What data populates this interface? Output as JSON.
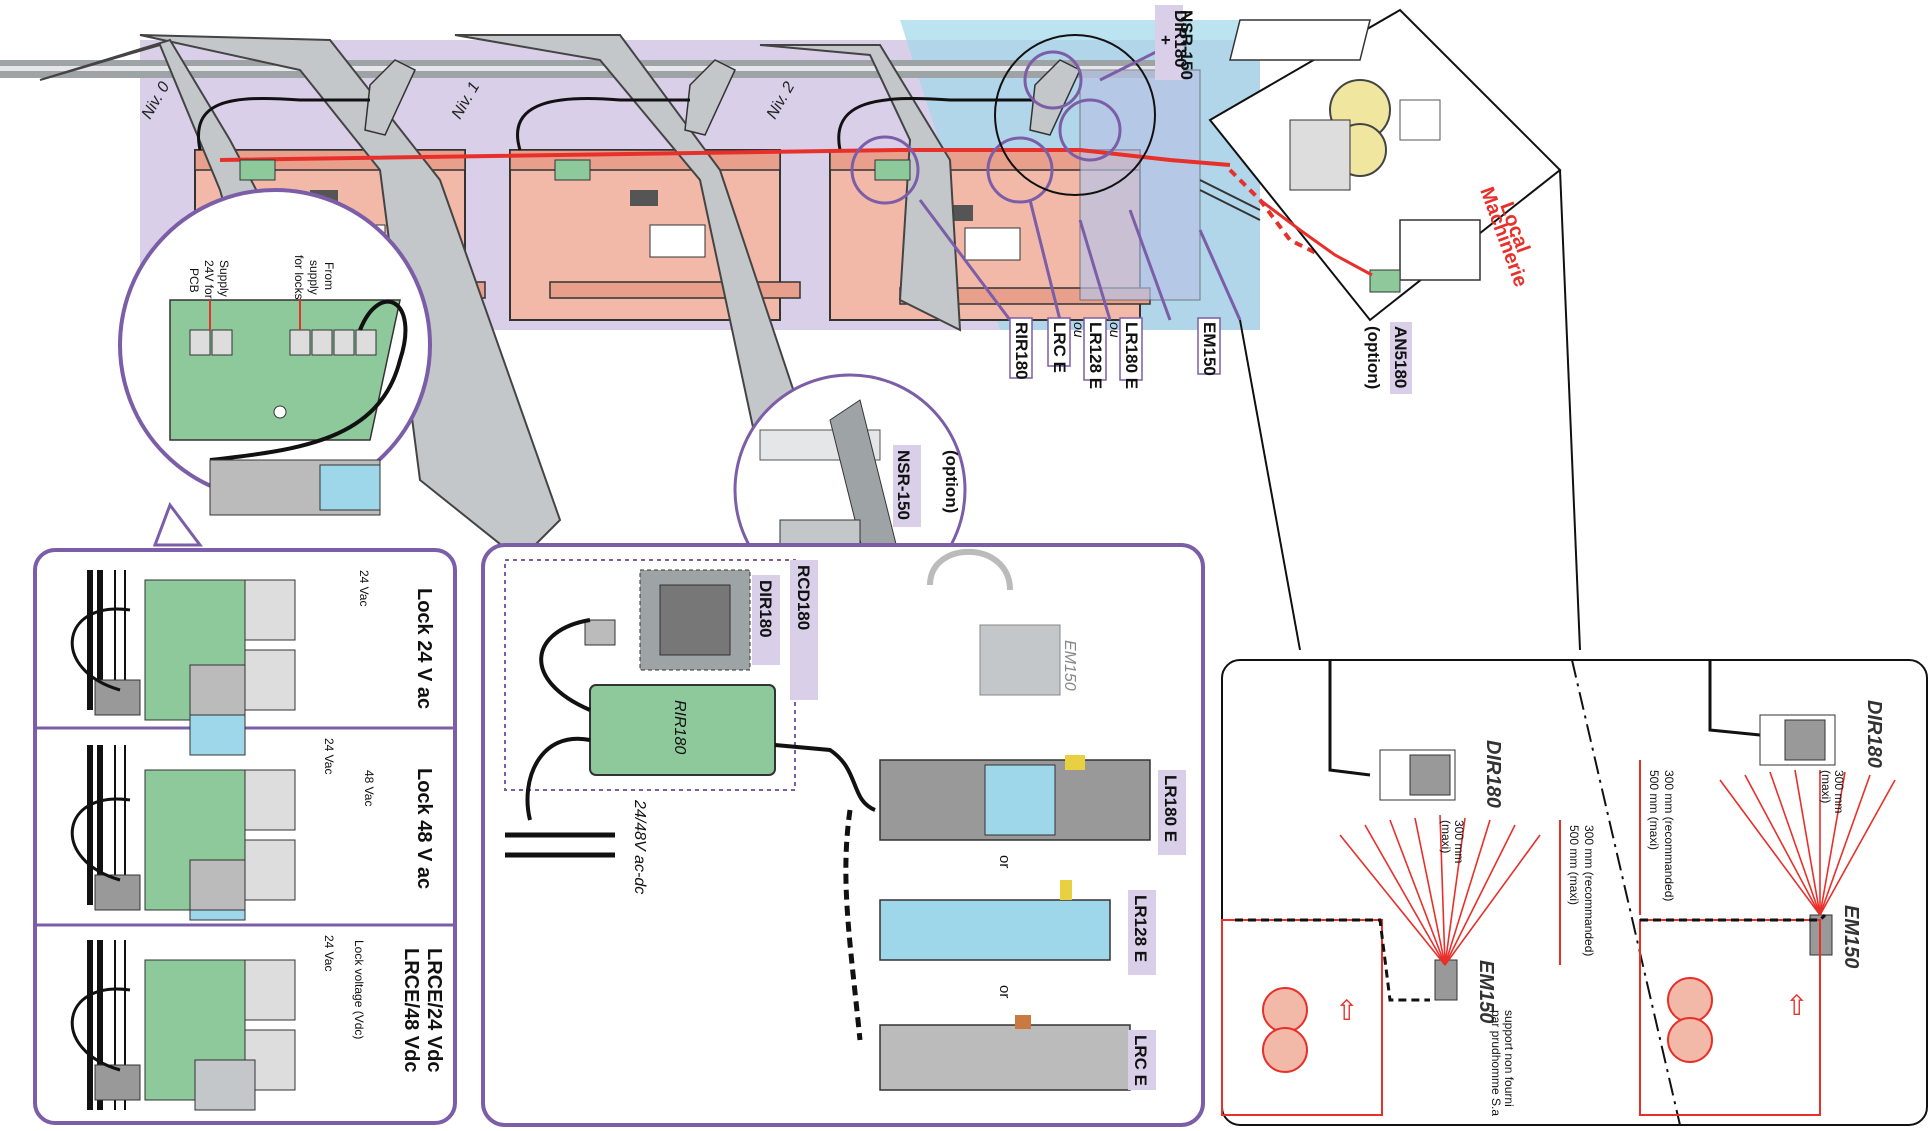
{
  "floors": {
    "niv0": "Niv. 0",
    "niv1": "Niv. 1",
    "niv2": "Niv. 2"
  },
  "top_labels": {
    "dir180": "DIR180",
    "plus": "+",
    "nsr150": "NSR-150",
    "rir180": "RIR180",
    "lrce": "LRC E",
    "ou1": "ou",
    "lr128e": "LR128 E",
    "ou2": "ou",
    "lr180e": "LR180 E",
    "em150": "EM150",
    "an5180": "AN5180",
    "option": "(option)",
    "local": "Local",
    "machinerie": "Machinerie"
  },
  "pcb_detail": {
    "supply_pcb": [
      "Supply",
      "24V for",
      "PCB"
    ],
    "from_supply": [
      "From",
      "supply",
      "for locks"
    ]
  },
  "nsr_detail": {
    "name": "NSR-150",
    "option": "(option)"
  },
  "lock_panels": [
    {
      "title": "Lock 24 V ac",
      "volt1": "24 Vac",
      "volt2": "",
      "note": ""
    },
    {
      "title": "Lock 48 V ac",
      "volt1": "24 Vac",
      "volt2": "48 Vac",
      "note": ""
    },
    {
      "title": "LRCE/24 Vdc",
      "title2": "LRCE/48 Vdc",
      "volt1": "24 Vac",
      "volt2": "",
      "note": "Lock voltage (Vdc)"
    }
  ],
  "rcd_panel": {
    "rcd180": "RCD180",
    "dir180": "DIR180",
    "rir180": "RIR180",
    "em150": "EM150",
    "supply": "24/48V ac-dc",
    "lr180e": "LR180 E",
    "or1": "or",
    "lr128e": "LR128 E",
    "or2": "or",
    "lrce": "LRC E"
  },
  "sensor_panel": {
    "dir180_a": "DIR180",
    "dir180_b": "DIR180",
    "em150_a": "EM150",
    "em150_b": "EM150",
    "dist300": "300 mm",
    "maxi": "(maxi)",
    "rec500": "300 mm (recommanded)",
    "max500": "500 mm (maxi)",
    "rec500b": "300 mm (recommanded)",
    "max500b": "500 mm (maxi)",
    "support": "support non fourni",
    "support2": "par prudhomme S.a"
  },
  "colors": {
    "purple": "#7b5ea7",
    "pink": "#f2b8a8",
    "red": "#e8302a",
    "green": "#8ec99b",
    "lavender": "#d9cfe8",
    "blue": "#9fd7ea",
    "grey": "#c3c7c9"
  }
}
